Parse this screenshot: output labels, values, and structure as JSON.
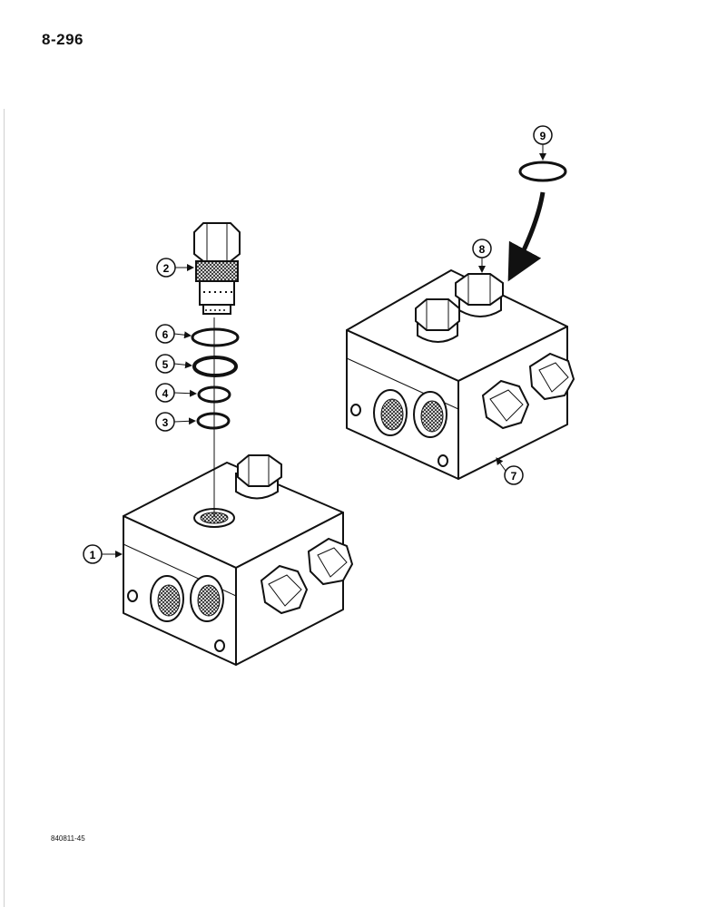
{
  "page_number": "8-296",
  "figure_code": "840811-45",
  "callouts": [
    {
      "id": "c1",
      "label": "1"
    },
    {
      "id": "c2",
      "label": "2"
    },
    {
      "id": "c3",
      "label": "3"
    },
    {
      "id": "c4",
      "label": "4"
    },
    {
      "id": "c5",
      "label": "5"
    },
    {
      "id": "c6",
      "label": "6"
    },
    {
      "id": "c7",
      "label": "7"
    },
    {
      "id": "c8",
      "label": "8"
    },
    {
      "id": "c9",
      "label": "9"
    }
  ]
}
